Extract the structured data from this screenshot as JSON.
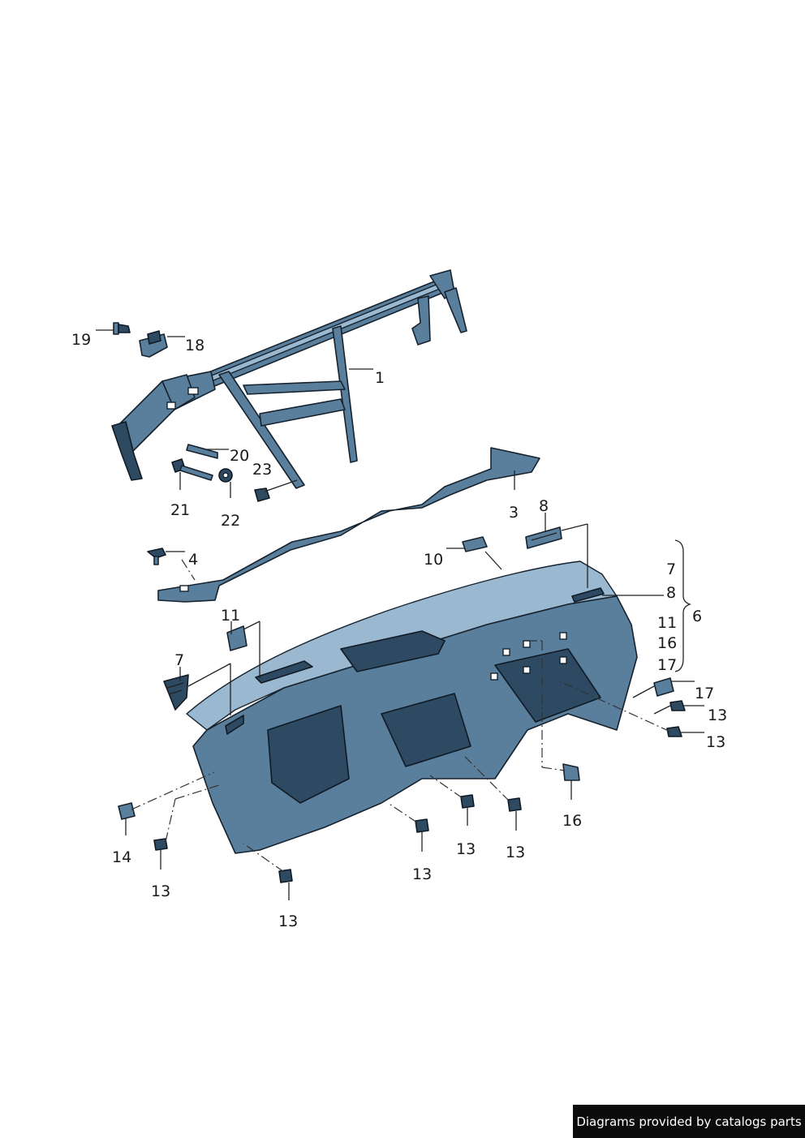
{
  "callouts": {
    "c1": "1",
    "c3": "3",
    "c4": "4",
    "c6": "6",
    "c7a": "7",
    "c7b": "7",
    "c8a": "8",
    "c8b": "8",
    "c10": "10",
    "c11a": "11",
    "c11b": "11",
    "c13a": "13",
    "c13b": "13",
    "c13c": "13",
    "c13d": "13",
    "c13e": "13",
    "c13f": "13",
    "c13g": "13",
    "c14": "14",
    "c16a": "16",
    "c16b": "16",
    "c17a": "17",
    "c17b": "17",
    "c18": "18",
    "c19": "19",
    "c20": "20",
    "c21": "21",
    "c22": "22",
    "c23": "23"
  },
  "footer": {
    "credit": "Diagrams provided by catalogs parts"
  }
}
